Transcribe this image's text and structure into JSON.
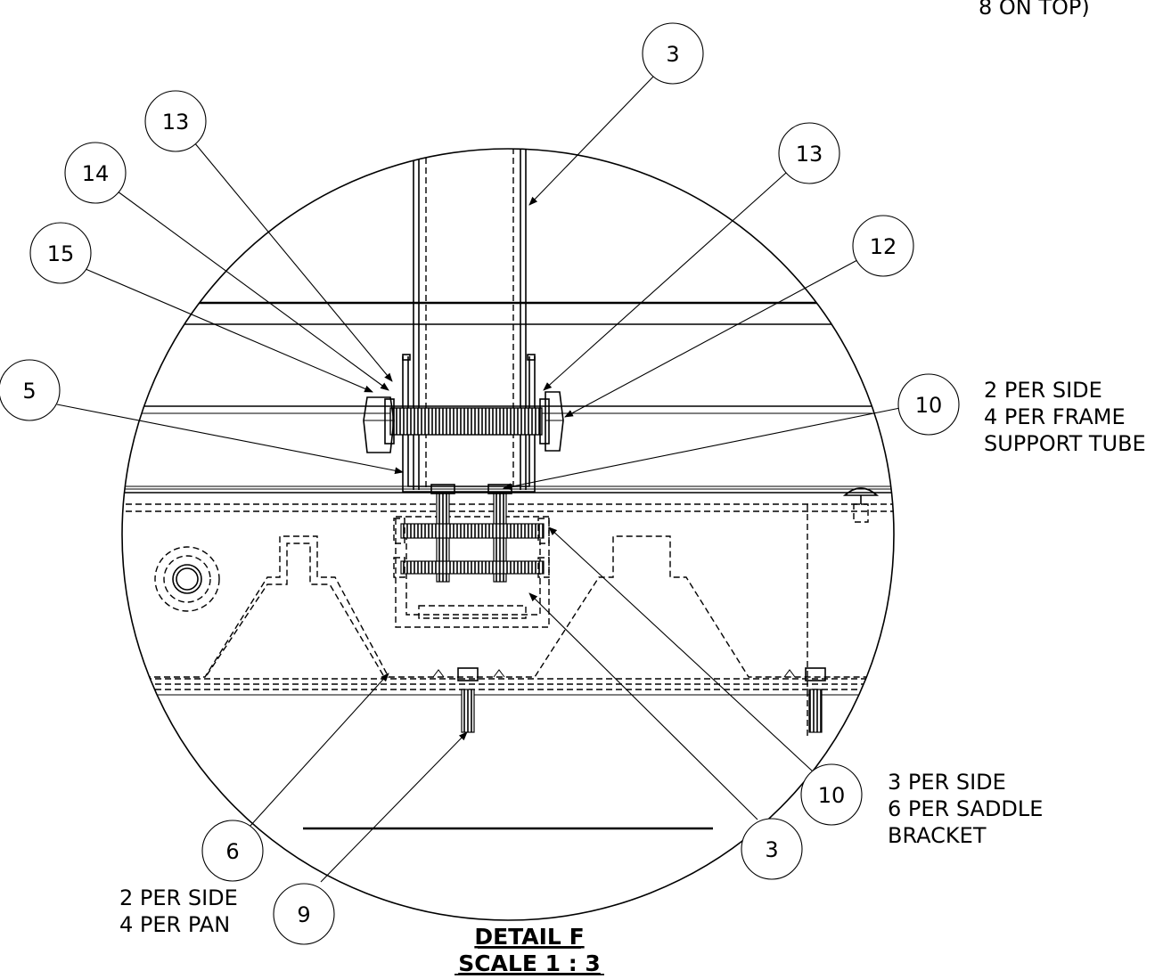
{
  "corner_note": "8 ON TOP)",
  "balloons": [
    "3",
    "13",
    "13",
    "14",
    "12",
    "15",
    "5",
    "10",
    "10",
    "6",
    "3",
    "9"
  ],
  "notes": {
    "frame_support": [
      "2 PER SIDE",
      "4 PER FRAME",
      "SUPPORT TUBE"
    ],
    "saddle_bracket": [
      "3 PER SIDE",
      "6 PER SADDLE",
      "BRACKET"
    ],
    "pan": [
      "2 PER SIDE",
      "4 PER PAN"
    ]
  },
  "title": {
    "line1": "DETAIL F",
    "line2": "SCALE 1 : 3"
  }
}
